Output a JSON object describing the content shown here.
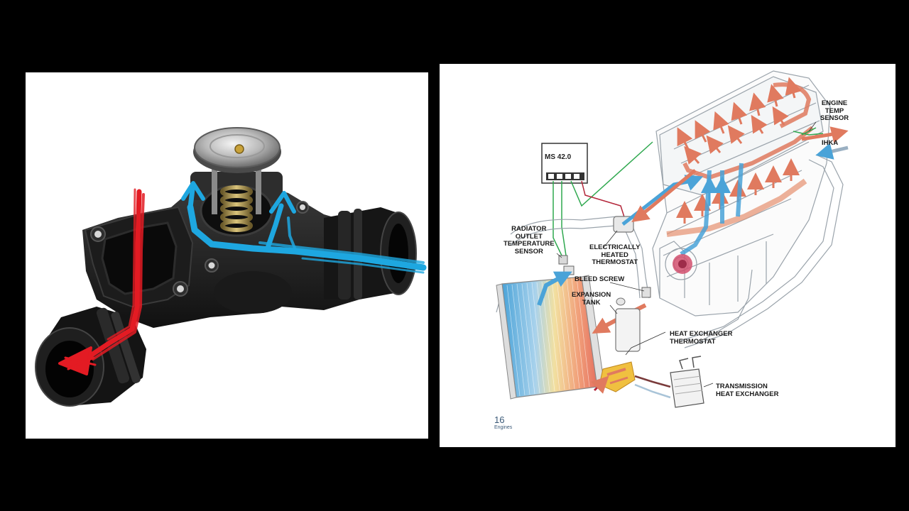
{
  "left_panel": {
    "subject": "thermostat-housing-photo",
    "hot_flow_color": "#e31b23",
    "cool_flow_color": "#1ea7e0"
  },
  "right_panel": {
    "control_unit": "MS 42.0",
    "labels": {
      "engine_temp_sensor": "ENGINE\nTEMP\nSENSOR",
      "ihka": "IHKA",
      "radiator_outlet_sensor": "RADIATOR\nOUTLET\nTEMPERATURE\nSENSOR",
      "heated_thermostat": "ELECTRICALLY\nHEATED\nTHERMOSTAT",
      "bleed_screw": "BLEED SCREW",
      "expansion_tank": "EXPANSION\nTANK",
      "heat_exchanger_thermostat": "HEAT EXCHANGER\nTHERMOSTAT",
      "transmission_heat_exchanger": "TRANSMISSION\nHEAT EXCHANGER"
    },
    "page_number": "16",
    "page_section": "Engines",
    "colors": {
      "hot": "#e07a5f",
      "cold": "#4aa3d8",
      "wire_green": "#2fa84f",
      "wire_red": "#b3263a"
    }
  }
}
